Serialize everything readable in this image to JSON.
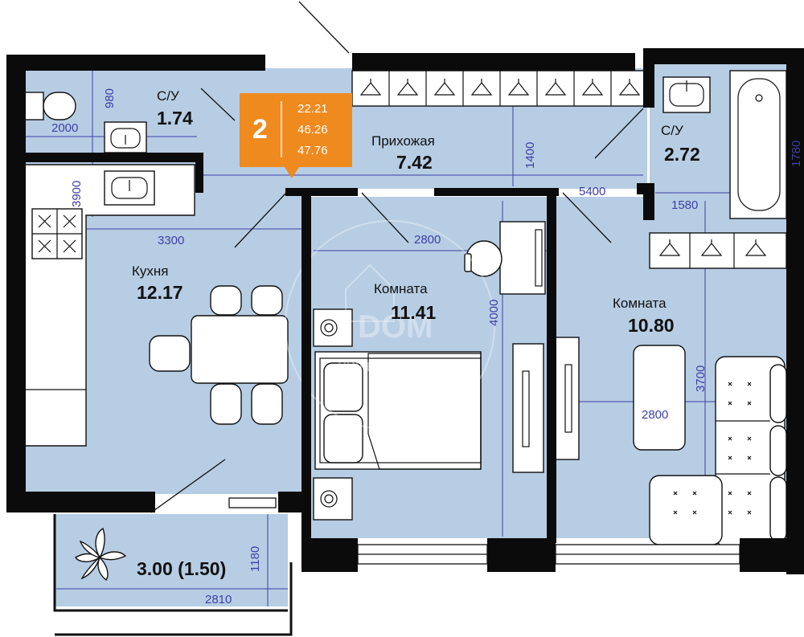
{
  "badge": {
    "rooms": "2",
    "living_area": "22.21",
    "total_area": "46.26",
    "total_with_balcony": "47.76",
    "color": "#ef8a1f"
  },
  "watermark": {
    "title": "DOM",
    "subtitle": "нижинвест"
  },
  "rooms": {
    "bathroom_left": {
      "name": "С/У",
      "area": "1.74"
    },
    "hallway": {
      "name": "Прихожая",
      "area": "7.42"
    },
    "bathroom_right": {
      "name": "С/У",
      "area": "2.72"
    },
    "kitchen": {
      "name": "Кухня",
      "area": "12.17"
    },
    "room_middle": {
      "name": "Комната",
      "area": "11.41"
    },
    "room_right": {
      "name": "Комната",
      "area": "10.80"
    },
    "balcony": {
      "area": "3.00 (1.50)"
    }
  },
  "dimensions": {
    "d980": "980",
    "d2000": "2000",
    "d3900": "3900",
    "d3300": "3300",
    "d1400": "1400",
    "d5400": "5400",
    "d1780": "1780",
    "d1580": "1580",
    "d2800_mid": "2800",
    "d4000": "4000",
    "d3700": "3700",
    "d2800_right": "2800",
    "d1180": "1180",
    "d2810": "2810"
  },
  "colors": {
    "room_fill": "#b7cde4",
    "wall": "#0b0b0b",
    "dimension": "#3d3fa6"
  }
}
